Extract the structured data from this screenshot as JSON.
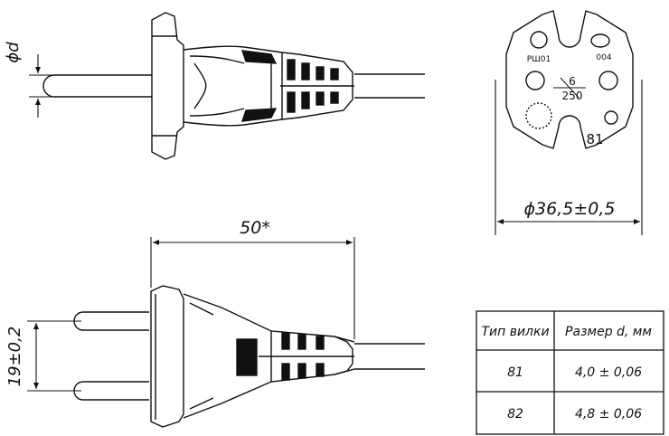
{
  "drawing": {
    "dimension_d": "ϕd",
    "dimension_length": "50*",
    "dimension_pin_spacing": "19±0,2",
    "dimension_diameter": "ϕ36,5±0,5"
  },
  "face": {
    "mark_left": "РШ01",
    "mark_right": "004",
    "fraction_top": "6",
    "fraction_bottom": "250",
    "type_number": "81"
  },
  "table": {
    "headers": [
      "Тип вилки",
      "Размер d, мм"
    ],
    "rows": [
      [
        "81",
        "4,0 ± 0,06"
      ],
      [
        "82",
        "4,8 ± 0,06"
      ]
    ]
  }
}
